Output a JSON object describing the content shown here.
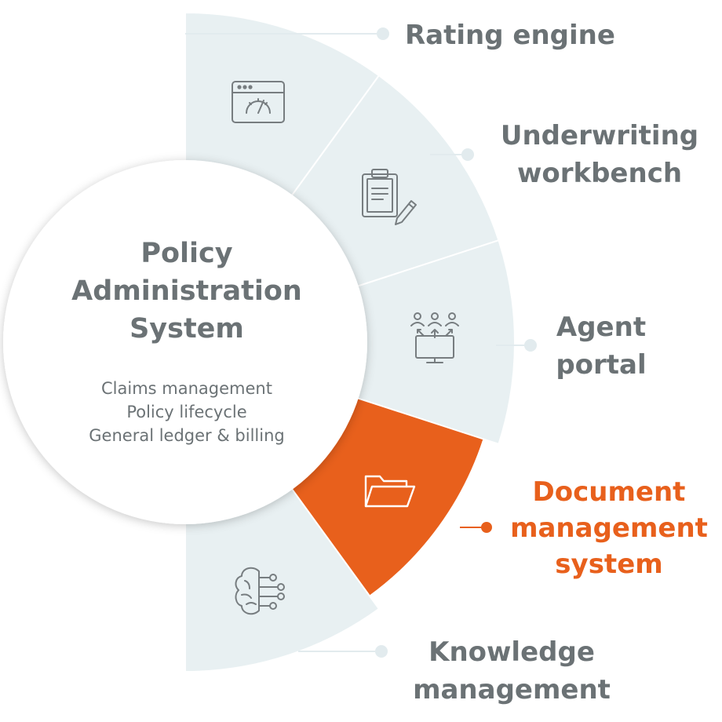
{
  "center": {
    "title_lines": [
      "Policy",
      "Administration",
      "System"
    ],
    "subtitle_lines": [
      "Claims management",
      "Policy lifecycle",
      "General ledger & billing"
    ]
  },
  "segments": [
    {
      "label_lines": [
        "Rating engine"
      ],
      "icon": "dashboard-gauge-icon",
      "highlighted": false
    },
    {
      "label_lines": [
        "Underwriting",
        "workbench"
      ],
      "icon": "clipboard-pencil-icon",
      "highlighted": false
    },
    {
      "label_lines": [
        "Agent",
        "portal"
      ],
      "icon": "users-monitor-icon",
      "highlighted": false
    },
    {
      "label_lines": [
        "Document",
        "management",
        "system"
      ],
      "icon": "folder-icon",
      "highlighted": true
    },
    {
      "label_lines": [
        "Knowledge",
        "management"
      ],
      "icon": "brain-circuit-icon",
      "highlighted": false
    }
  ],
  "colors": {
    "segment_fill": "#e8f0f2",
    "segment_divider": "#ffffff",
    "highlight": "#e8601c",
    "text_gray": "#6b7275",
    "icon_gray": "#777d80",
    "circle_fill": "#ffffff",
    "dot_gray": "#e2ebee"
  }
}
